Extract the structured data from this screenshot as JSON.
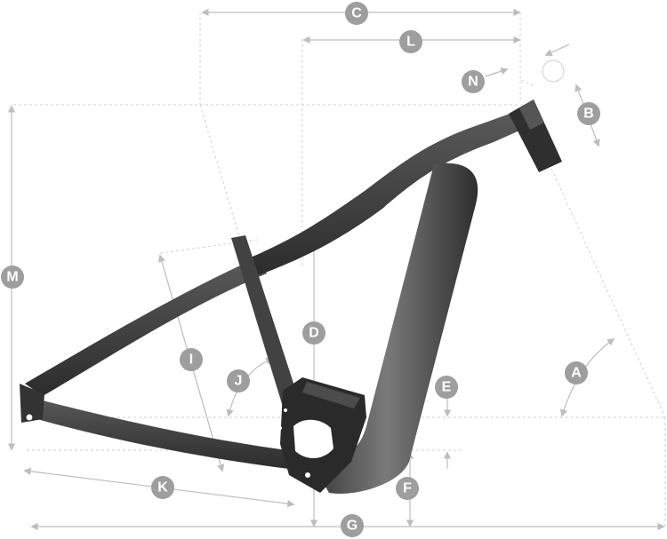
{
  "labels": {
    "A": "A",
    "B": "B",
    "C": "C",
    "D": "D",
    "E": "E",
    "F": "F",
    "G": "G",
    "I": "I",
    "J": "J",
    "K": "K",
    "L": "L",
    "M": "M",
    "N": "N"
  },
  "colors": {
    "frame_dark": "#2f2f2f",
    "frame_mid": "#4a4a4a",
    "frame_light": "#6a6a6a",
    "dimension_line": "#bdbdbd",
    "badge_fill": "#9e9e9e",
    "badge_text": "#ffffff"
  }
}
